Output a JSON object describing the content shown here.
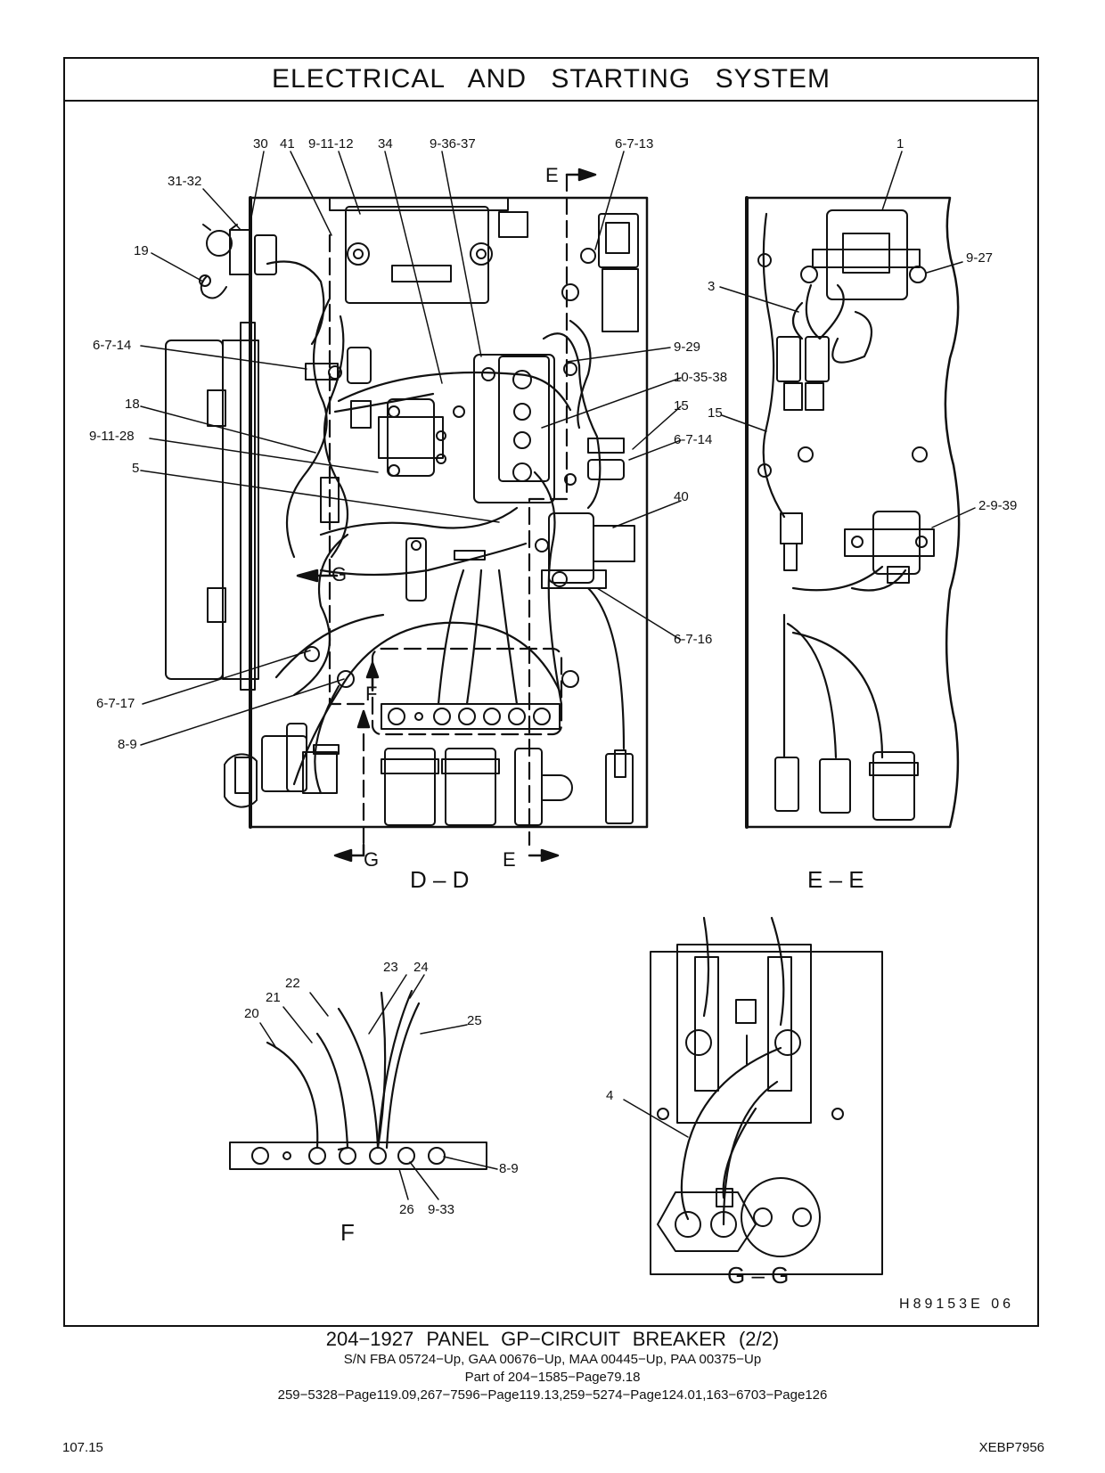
{
  "title": "ELECTRICAL AND STARTING SYSTEM",
  "drawing_id": "H89153E 06",
  "views": {
    "dd": "D – D",
    "ee": "E – E",
    "f": "F",
    "gg": "G – G"
  },
  "section_letters": {
    "e": "E",
    "g": "G",
    "f": "F"
  },
  "callouts": {
    "c30": "30",
    "c41": "41",
    "c9_11_12": "9-11-12",
    "c34": "34",
    "c9_36_37": "9-36-37",
    "c6_7_13": "6-7-13",
    "c1": "1",
    "c31_32": "31-32",
    "c19": "19",
    "c9_27": "9-27",
    "c3": "3",
    "c6_7_14a": "6-7-14",
    "c9_29": "9-29",
    "c10_35_38": "10-35-38",
    "c18": "18",
    "c9_11_28": "9-11-28",
    "c15a": "15",
    "c15b": "15",
    "c6_7_14b": "6-7-14",
    "c5": "5",
    "c40": "40",
    "c2_9_39": "2-9-39",
    "c6_7_16": "6-7-16",
    "c6_7_17": "6-7-17",
    "c8_9a": "8-9",
    "c23": "23",
    "c24": "24",
    "c22": "22",
    "c21": "21",
    "c20": "20",
    "c25": "25",
    "c8_9b": "8-9",
    "c26": "26",
    "c9_33": "9-33",
    "c4": "4"
  },
  "caption": {
    "title": "204−1927 PANEL GP−CIRCUIT BREAKER (2/2)",
    "serials": "S/N FBA 05724−Up, GAA 00676−Up, MAA 00445−Up, PAA 00375−Up",
    "part_of": "Part of 204−1585−Page79.18",
    "refs": "259−5328−Page119.09,267−7596−Page119.13,259−5274−Page124.01,163−6703−Page126"
  },
  "footer": {
    "page": "107.15",
    "code": "XEBP7956"
  }
}
